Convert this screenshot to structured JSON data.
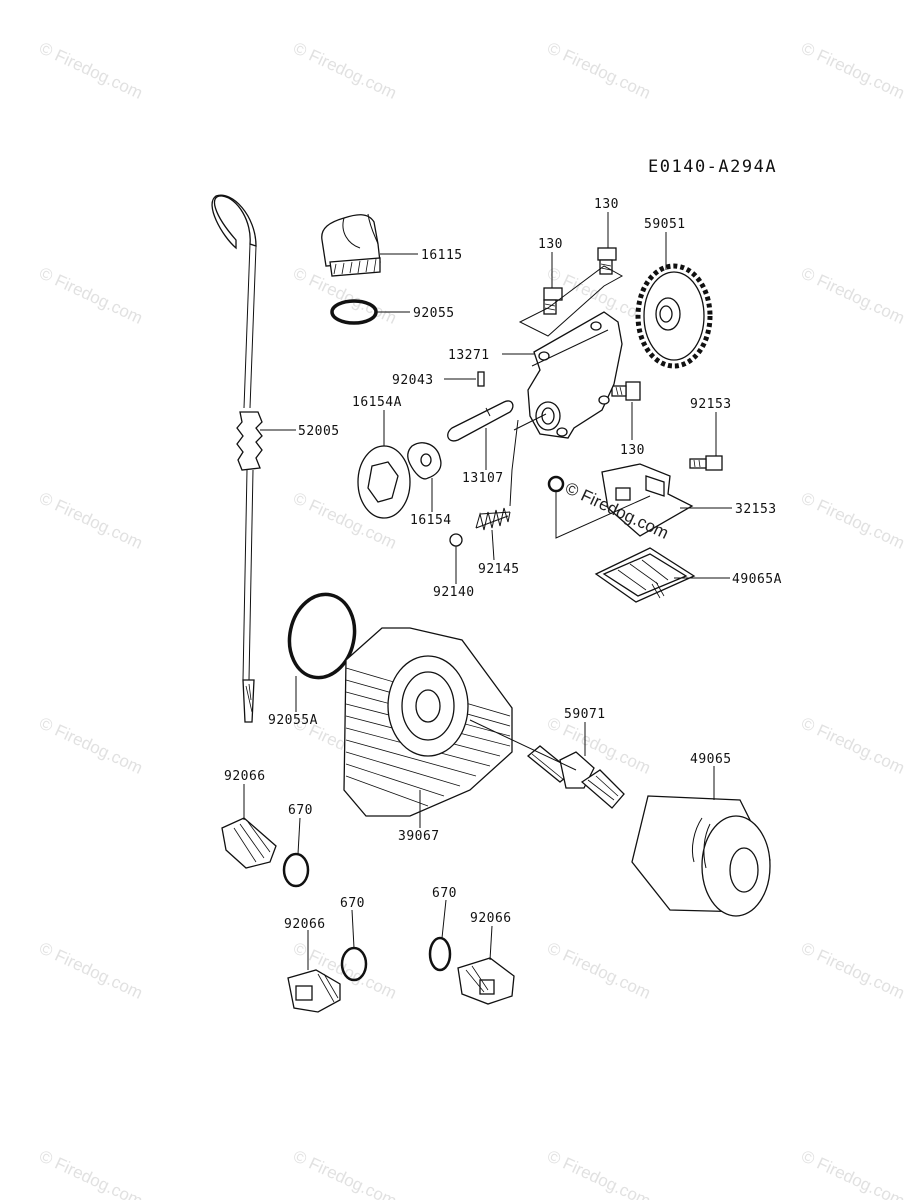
{
  "diagram_code": "E0140-A294A",
  "watermark_text": "© Firedog.com",
  "inline_watermark": "© Firedog.com",
  "part_labels": {
    "p16115": "16115",
    "p92055": "92055",
    "p130a": "130",
    "p130b": "130",
    "p130c": "130",
    "p59051": "59051",
    "p13271": "13271",
    "p92043": "92043",
    "p16154A": "16154A",
    "p52005": "52005",
    "p13107": "13107",
    "p16154": "16154",
    "p92153": "92153",
    "p32153": "32153",
    "p92145": "92145",
    "p92140": "92140",
    "p49065A": "49065A",
    "p92055A": "92055A",
    "p59071": "59071",
    "p49065": "49065",
    "p92066a": "92066",
    "p670a": "670",
    "p39067": "39067",
    "p670b": "670",
    "p92066b": "92066",
    "p670c": "670",
    "p92066c": "92066"
  }
}
